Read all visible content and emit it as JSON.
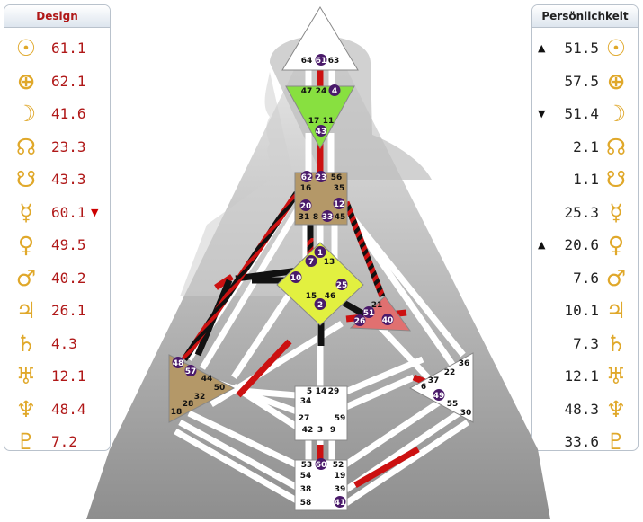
{
  "design": {
    "title": "Design",
    "rows": [
      {
        "icon": "sun-icon",
        "glyph": "☉",
        "value": "61.1",
        "mark": ""
      },
      {
        "icon": "earth-icon",
        "glyph": "⊕",
        "value": "62.1",
        "mark": ""
      },
      {
        "icon": "moon-icon",
        "glyph": "☽",
        "value": "41.6",
        "mark": ""
      },
      {
        "icon": "north-node-icon",
        "glyph": "☊",
        "value": "23.3",
        "mark": ""
      },
      {
        "icon": "south-node-icon",
        "glyph": "☋",
        "value": "43.3",
        "mark": ""
      },
      {
        "icon": "mercury-icon",
        "glyph": "☿",
        "value": "60.1",
        "mark": "▼"
      },
      {
        "icon": "venus-icon",
        "glyph": "♀",
        "value": "49.5",
        "mark": ""
      },
      {
        "icon": "mars-icon",
        "glyph": "♂",
        "value": "40.2",
        "mark": ""
      },
      {
        "icon": "jupiter-icon",
        "glyph": "♃",
        "value": "26.1",
        "mark": ""
      },
      {
        "icon": "saturn-icon",
        "glyph": "♄",
        "value": "4.3",
        "mark": ""
      },
      {
        "icon": "uranus-icon",
        "glyph": "♅",
        "value": "12.1",
        "mark": ""
      },
      {
        "icon": "neptune-icon",
        "glyph": "♆",
        "value": "48.4",
        "mark": ""
      },
      {
        "icon": "pluto-icon",
        "glyph": "♇",
        "value": "7.2",
        "mark": ""
      }
    ]
  },
  "personality": {
    "title": "Persönlichkeit",
    "rows": [
      {
        "icon": "sun-icon",
        "glyph": "☉",
        "value": "51.5",
        "mark": "▲"
      },
      {
        "icon": "earth-icon",
        "glyph": "⊕",
        "value": "57.5",
        "mark": ""
      },
      {
        "icon": "moon-icon",
        "glyph": "☽",
        "value": "51.4",
        "mark": "▼"
      },
      {
        "icon": "north-node-icon",
        "glyph": "☊",
        "value": "2.1",
        "mark": ""
      },
      {
        "icon": "south-node-icon",
        "glyph": "☋",
        "value": "1.1",
        "mark": ""
      },
      {
        "icon": "mercury-icon",
        "glyph": "☿",
        "value": "25.3",
        "mark": ""
      },
      {
        "icon": "venus-icon",
        "glyph": "♀",
        "value": "20.6",
        "mark": "▲"
      },
      {
        "icon": "mars-icon",
        "glyph": "♂",
        "value": "7.6",
        "mark": ""
      },
      {
        "icon": "jupiter-icon",
        "glyph": "♃",
        "value": "10.1",
        "mark": ""
      },
      {
        "icon": "saturn-icon",
        "glyph": "♄",
        "value": "7.3",
        "mark": ""
      },
      {
        "icon": "uranus-icon",
        "glyph": "♅",
        "value": "12.1",
        "mark": ""
      },
      {
        "icon": "neptune-icon",
        "glyph": "♆",
        "value": "48.3",
        "mark": ""
      },
      {
        "icon": "pluto-icon",
        "glyph": "♇",
        "value": "33.6",
        "mark": ""
      }
    ]
  },
  "colors": {
    "design": "#cc1111",
    "personality": "#111111",
    "gate_circle": "#4a1a6a",
    "glyph": "#e0a82a",
    "head": "#ffffff",
    "ajna": "#88e040",
    "throat": "#b49868",
    "g_center": "#e2f040",
    "ego": "#e07070",
    "spleen": "#b49868",
    "solar_plexus": "#ffffff",
    "sacral": "#ffffff",
    "root": "#ffffff"
  },
  "centers": {
    "head": {
      "name": "head-center",
      "gates": [
        "64",
        "61",
        "63"
      ],
      "active": [
        "61"
      ]
    },
    "ajna": {
      "name": "ajna-center",
      "gates": [
        "47",
        "24",
        "4",
        "17",
        "11",
        "43"
      ],
      "active": [
        "4",
        "43"
      ]
    },
    "throat": {
      "name": "throat-center",
      "gates": [
        "62",
        "23",
        "56",
        "16",
        "35",
        "20",
        "12",
        "31",
        "8",
        "33",
        "45"
      ],
      "active": [
        "62",
        "23",
        "20",
        "12",
        "33"
      ]
    },
    "g": {
      "name": "g-center",
      "gates": [
        "1",
        "7",
        "13",
        "10",
        "25",
        "15",
        "46",
        "2"
      ],
      "active": [
        "1",
        "7",
        "10",
        "25",
        "2"
      ]
    },
    "ego": {
      "name": "ego-center",
      "gates": [
        "21",
        "51",
        "26",
        "40"
      ],
      "active": [
        "51",
        "26",
        "40"
      ]
    },
    "spleen": {
      "name": "spleen-center",
      "gates": [
        "48",
        "57",
        "44",
        "50",
        "32",
        "28",
        "18"
      ],
      "active": [
        "48",
        "57"
      ]
    },
    "sacral": {
      "name": "sacral-center",
      "gates": [
        "5",
        "14",
        "29",
        "34",
        "27",
        "59",
        "42",
        "3",
        "9"
      ],
      "active": []
    },
    "solar_plexus": {
      "name": "solar-plexus-center",
      "gates": [
        "36",
        "6",
        "37",
        "22",
        "49",
        "55",
        "30"
      ],
      "active": [
        "49"
      ]
    },
    "root": {
      "name": "root-center",
      "gates": [
        "53",
        "60",
        "52",
        "54",
        "19",
        "38",
        "39",
        "58",
        "41"
      ],
      "active": [
        "60",
        "41"
      ]
    }
  }
}
